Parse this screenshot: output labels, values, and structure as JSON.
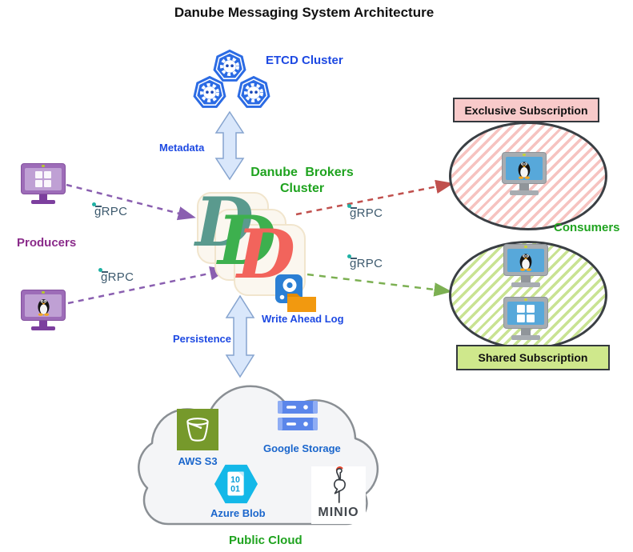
{
  "title": "Danube Messaging System Architecture",
  "etcd": {
    "label": "ETCD Cluster"
  },
  "links": {
    "metadata": "Metadata",
    "persistence": "Persistence",
    "grpc": "gRPC"
  },
  "brokers": {
    "line1": "Danube Brokers",
    "line2": "Cluster"
  },
  "producers": {
    "label": "Producers"
  },
  "wal": {
    "label": "Write Ahead Log"
  },
  "subscriptions": {
    "exclusive": {
      "label": "Exclusive Subscription"
    },
    "shared": {
      "label": "Shared Subscription"
    },
    "consumers_label": "Consumers"
  },
  "cloud": {
    "label": "Public Cloud",
    "providers": [
      {
        "name": "AWS S3"
      },
      {
        "name": "Google Storage"
      },
      {
        "name": "Azure Blob"
      },
      {
        "name": "MINIO"
      }
    ],
    "azure_doc_text": [
      "10",
      "01"
    ]
  },
  "icons": {
    "etcd_node": "blue-heptagon-gear",
    "producer_machine": "purple-monitor",
    "consumer_machine": "gray-monitor-blue-screen",
    "os_logos": [
      "windows-logo",
      "tux-penguin"
    ],
    "wal": "disk-and-folder",
    "minio": "stork-bird"
  },
  "colors": {
    "blue_label": "#1d49e2",
    "storage_label_blue": "#1a66cc",
    "green_label": "#1fa31f",
    "purple_label": "#8a2b8a",
    "grpc_text": "#3d5a6e",
    "grpc_dot": "#1fb1a4",
    "etcd_blue": "#2b6be4",
    "block_arrow_fill": "#d9e7fb",
    "block_arrow_border": "#86a4cf",
    "dashed_purple": "#8a5fb0",
    "dashed_red": "#c0504d",
    "dashed_green": "#7cb052",
    "exclusive_box_fill": "#f8caca",
    "exclusive_hatch": "#f6c3c0",
    "shared_box_fill": "#cfe88c",
    "shared_hatch": "#c9e393",
    "ellipse_border": "#3a3f44",
    "producer_purple": "#9d6cb8",
    "consumer_screen_blue": "#57a8da",
    "aws_green": "#76992b",
    "google_blue": "#5b86ea",
    "azure_cyan": "#14b8e8",
    "wal_disk_blue": "#2b7fd4",
    "wal_folder_orange": "#f2990f",
    "danube_teal": "#5a9a8e",
    "danube_green": "#3db04e",
    "danube_red": "#f2645c",
    "cloud_fill": "#f4f5f7",
    "cloud_border": "#8a8f94"
  }
}
